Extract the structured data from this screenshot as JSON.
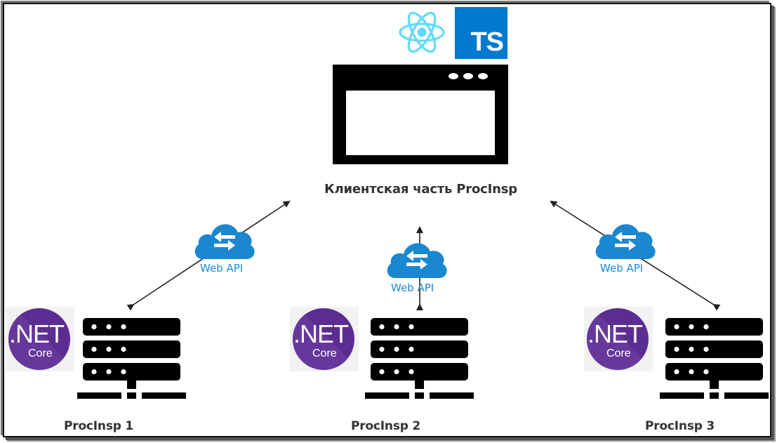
{
  "diagram": {
    "client": {
      "label": "Клиентская часть ProcInsp",
      "technologies": [
        {
          "name": "React",
          "icon": "react-icon",
          "color": "#61dafb"
        },
        {
          "name": "TS",
          "icon": "typescript-icon",
          "color": "#007acc",
          "text": "TS"
        }
      ]
    },
    "connections": [
      {
        "label": "Web API",
        "from": "ProcInsp 1",
        "to": "client"
      },
      {
        "label": "Web API",
        "from": "ProcInsp 2",
        "to": "client"
      },
      {
        "label": "Web API",
        "from": "ProcInsp 3",
        "to": "client"
      }
    ],
    "servers": [
      {
        "label": "ProcInsp 1",
        "tech_main": ".NET",
        "tech_sub": "Core"
      },
      {
        "label": "ProcInsp 2",
        "tech_main": ".NET",
        "tech_sub": "Core"
      },
      {
        "label": "ProcInsp 3",
        "tech_main": ".NET",
        "tech_sub": "Core"
      }
    ],
    "colors": {
      "cloud": "#1a87d0",
      "dotnet": "#5c2d91",
      "typescript": "#007acc",
      "react": "#61dafb",
      "label_text": "#333333",
      "arrow": "#222222"
    }
  }
}
